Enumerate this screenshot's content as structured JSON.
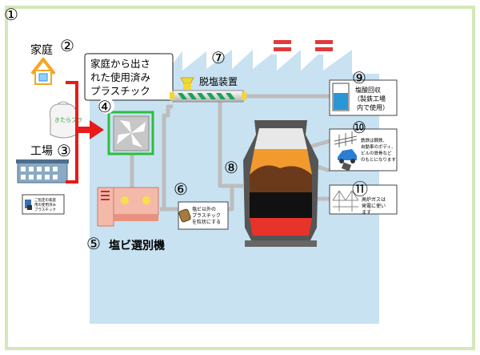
{
  "markers": {
    "m1": "①",
    "m2": "②",
    "m3": "③",
    "m4": "④",
    "m5": "⑤",
    "m6": "⑥",
    "m7": "⑦",
    "m8": "⑧",
    "m9": "⑨",
    "m10": "⑩",
    "m11": "⑪"
  },
  "labels": {
    "home": "家庭",
    "factory": "工場",
    "callout_line1": "家庭から出さ",
    "callout_line2": "れた使用済み",
    "callout_line3": "プラスチック",
    "dechlorination": "脱塩装置",
    "separator": "塩ビ選別機",
    "pellet_line1": "塩ビ以外の",
    "pellet_line2": "プラスチック",
    "pellet_line3": "を粒状にする",
    "hcl_line1": "塩酸回収",
    "hcl_line2": "（製鉄工場",
    "hcl_line3": "内で使用）",
    "iron_line1": "銑鉄は鋼鉄、",
    "iron_line2": "自動車のボディ、",
    "iron_line3": "ビルの鉄骨など",
    "iron_line4": "のもとになります",
    "gas_line1": "高炉ガスは",
    "gas_line2": "発電に使い",
    "gas_line3": "ます",
    "bag_text1": "ご指定の家庭",
    "bag_text2": "用の使用済み",
    "bag_text3": "プラスチック",
    "trash_bag": "きたらプラ"
  },
  "colors": {
    "border": "#d4e8b8",
    "building": "#c8e2f2",
    "red_arrow": "#e81a1a",
    "green_frame": "#2bbf3a",
    "pipe": "#bdbdbd",
    "furnace_orange": "#f39a2e",
    "furnace_red": "#e8332a"
  },
  "icons": {
    "house": "house-icon",
    "trash_bag": "trash-bag-icon",
    "factory": "factory-icon",
    "bag_label": "recycling-bag-icon",
    "crusher": "shredder-icon",
    "separator": "separator-machine-icon",
    "pellet": "pellet-icon",
    "beaker": "beaker-icon",
    "vehicle": "car-icon",
    "bridge": "bridge-icon"
  }
}
